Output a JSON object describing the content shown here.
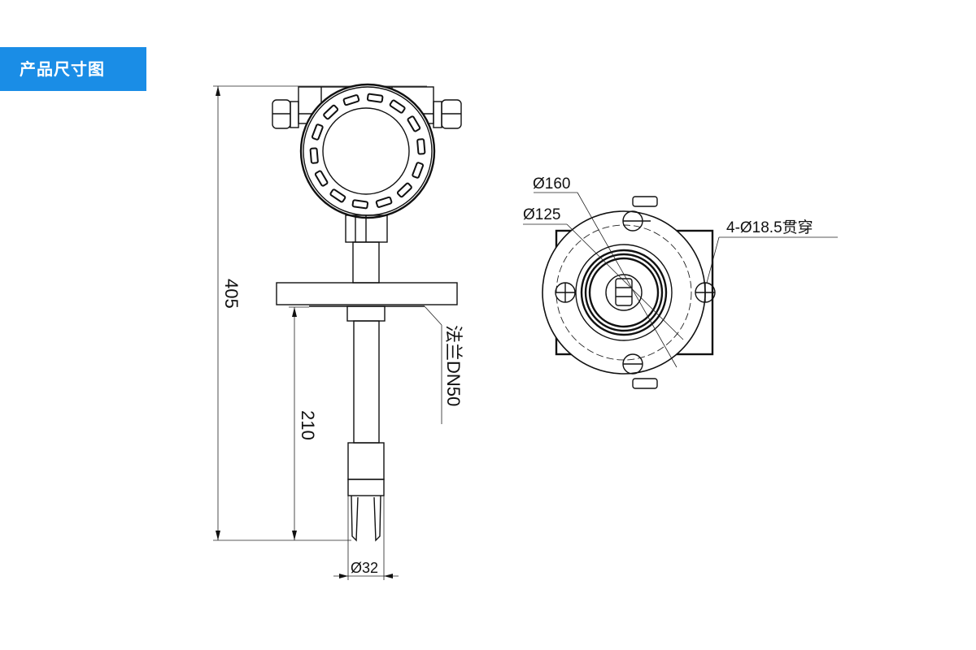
{
  "header": {
    "title": "产品尺寸图"
  },
  "side_view": {
    "total_height_label": "405",
    "insertion_length_label": "210",
    "probe_diameter_label": "Ø32",
    "flange_label": "法兰DN50"
  },
  "top_view": {
    "outer_diameter_label": "Ø160",
    "bolt_circle_label": "Ø125",
    "bolt_hole_label": "4-Ø18.5贯穿"
  },
  "colors": {
    "banner": "#1a8de6",
    "line": "#111111"
  }
}
